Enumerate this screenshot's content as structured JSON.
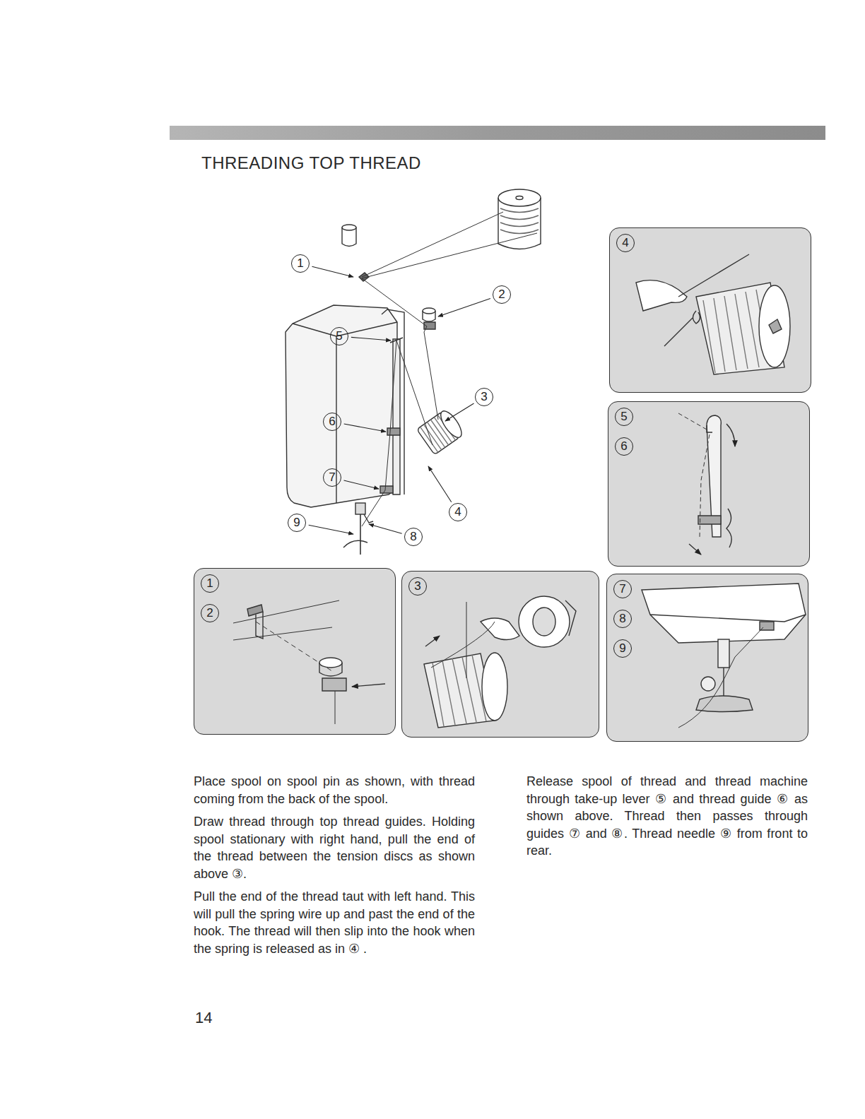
{
  "diagram": {
    "title": "THREADING TOP THREAD",
    "nodes": [
      {
        "text": [
          "4"
        ]
      },
      {
        "text": [
          "5",
          "6"
        ]
      },
      {
        "text": [
          "1",
          "2"
        ]
      },
      {
        "text": [
          "3"
        ]
      },
      {
        "text": [
          "7",
          "8",
          "9"
        ]
      }
    ],
    "labels": [
      "1",
      "5",
      "2",
      "3",
      "6",
      "7",
      "4",
      "9",
      "8",
      "Place spool on spool pin as shown, with thread coming from the back of the spool.",
      "Draw thread through top thread guides. Holding spool stationary with right hand, pull the end of the thread between the tension discs as shown above ③.",
      "Pull the end of the thread taut with left hand. This will pull the spring wire up and past the end of the hook. The thread will then slip into the hook when the spring is released as in ④ .",
      "Release spool of thread and thread machine through take-up lever ⑤ and thread guide ⑥ as shown above. Thread then passes through guides ⑦ and ⑧. Thread needle ⑨ from front to rear.",
      "14"
    ]
  }
}
